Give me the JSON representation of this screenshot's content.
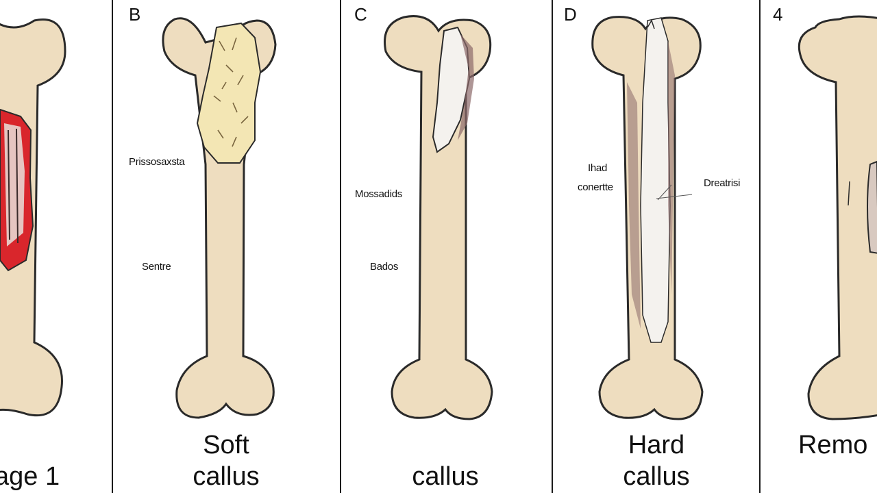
{
  "panels": [
    {
      "letter": "",
      "caption": "age 1",
      "labels": []
    },
    {
      "letter": "B",
      "caption_line1": "Soft",
      "caption_line2": "callus",
      "labels": [
        "Prissosaxsta",
        "Sentre"
      ]
    },
    {
      "letter": "C",
      "caption_line1": "",
      "caption_line2": "callus",
      "labels": [
        "Mossadids",
        "Bados"
      ]
    },
    {
      "letter": "D",
      "caption_line1": "Hard",
      "caption_line2": "callus",
      "labels": [
        "Ihad",
        "conertte",
        "Dreatrisi"
      ]
    },
    {
      "letter": "4",
      "caption": "Remo",
      "labels": []
    }
  ],
  "colors": {
    "bone": "#eeddbf",
    "bone_outline": "#2a2a2a",
    "fracture_red": "#d9262c",
    "soft_callus": "#f3e6b4",
    "hard_callus": "#f4f2ee",
    "shadow": "#8c6a6a"
  }
}
